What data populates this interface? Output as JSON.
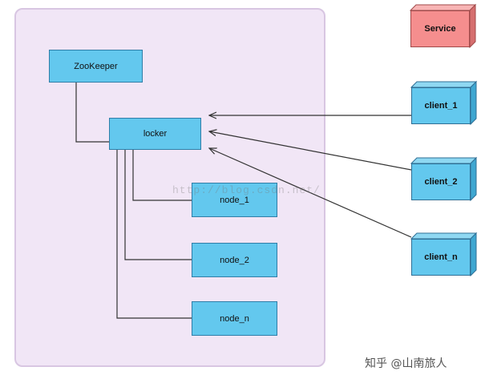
{
  "nodes": {
    "zookeeper": "ZooKeeper",
    "locker": "locker",
    "node_1": "node_1",
    "node_2": "node_2",
    "node_n": "node_n"
  },
  "external": {
    "service": "Service",
    "client_1": "client_1",
    "client_2": "client_2",
    "client_n": "client_n"
  },
  "watermark": "http://blog.csdn.net/",
  "credit": "知乎 @山南旅人",
  "colors": {
    "panel": "#f1e6f6",
    "node_fill": "#63c8ee",
    "service_fill": "#f58e8e"
  }
}
